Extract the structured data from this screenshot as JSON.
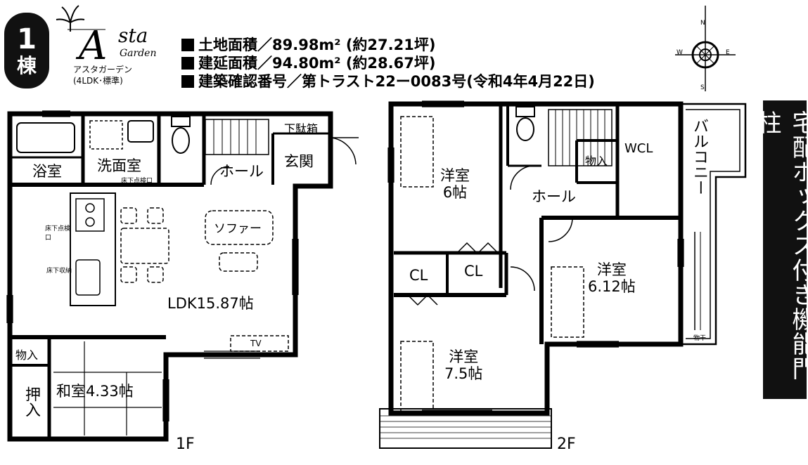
{
  "badge": {
    "number": "1",
    "unit": "棟"
  },
  "brand": {
    "letter": "A",
    "name": "sta",
    "sub": "Garden",
    "kana": "アスタガーデン",
    "type": "(4LDK･標準)"
  },
  "info": [
    "土地面積／89.98m² (約27.21坪)",
    "建延面積／94.80m² (約28.67坪)",
    "建築確認番号／第トラスト22ー0083号(令和4年4月22日)"
  ],
  "compass": {
    "north": "N",
    "south": "S",
    "east": "E",
    "west": "W"
  },
  "sidebar": "宅配ボックス付き機能門柱",
  "floor1": {
    "label": "1F",
    "rooms": {
      "bath": "浴室",
      "washroom": "洗面室",
      "floor_hatch": "床下点検口",
      "hall": "ホール",
      "shoe_box": "下駄箱",
      "entrance": "玄関",
      "ldk": "LDK15.87帖",
      "sofa": "ソファー",
      "tv": "TV",
      "storage": "物入",
      "washitsu": "和室4.33帖",
      "oshiire": "押入",
      "kitchen_hatch": "床下点検口",
      "kitchen_storage": "床下収納"
    }
  },
  "floor2": {
    "label": "2F",
    "rooms": {
      "room_6": "洋室\n6帖",
      "hall": "ホール",
      "storage": "物入",
      "wcl": "WCL",
      "balcony": "バルコニー",
      "cl1": "CL",
      "cl2": "CL",
      "room_612": "洋室\n6.12帖",
      "room_75": "洋室\n7.5帖",
      "monohoshi": "物干"
    }
  }
}
